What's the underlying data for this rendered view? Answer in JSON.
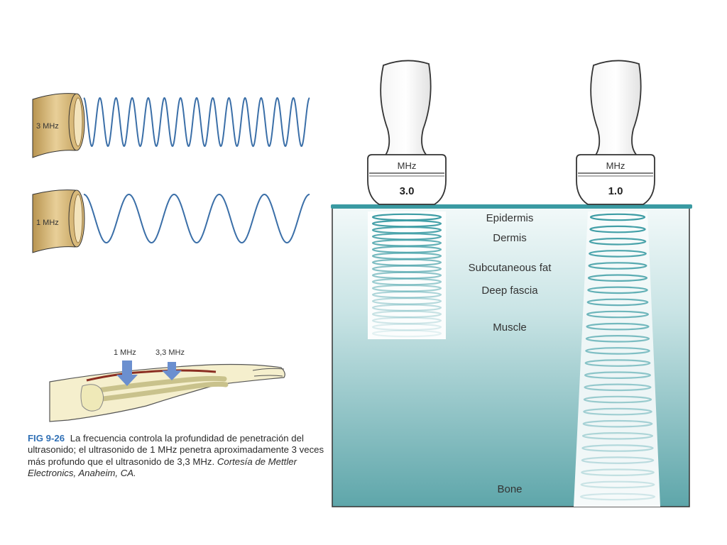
{
  "waves": {
    "top_label": "3 MHz",
    "bottom_label": "1 MHz",
    "colors": {
      "wave": "#3b6fa8",
      "transducer": "#c8a764",
      "transducer_dark": "#8a6a30"
    }
  },
  "arm": {
    "arrow_left_label": "1 MHz",
    "arrow_right_label": "3,3 MHz",
    "colors": {
      "arrow": "#6b8fcf",
      "skin": "#f4ecc4",
      "outline": "#555555",
      "vessel": "#8b2e22"
    }
  },
  "caption": {
    "figure_number": "FIG 9-26",
    "text": "La frecuencia controla la profundidad de penetración del ultrasonido; el ultrasonido de 1 MHz penetra aproximadamente 3 veces más profundo que el ultrasonido de 3,3 MHz.",
    "credit": "Cortesía de Mettler Electronics, Anaheim, CA."
  },
  "tissue": {
    "layers": [
      "Epidermis",
      "Dermis",
      "Subcutaneous fat",
      "Deep fascia",
      "Muscle",
      "Bone"
    ],
    "probe_left": {
      "unit": "MHz",
      "value": "3.0"
    },
    "probe_right": {
      "unit": "MHz",
      "value": "1.0"
    },
    "colors": {
      "surface": "#3a9aa2",
      "coil": "#3c9ca4",
      "block_top": "#eef7f7",
      "block_bottom": "#5aa3a8",
      "outline": "#333333"
    }
  }
}
